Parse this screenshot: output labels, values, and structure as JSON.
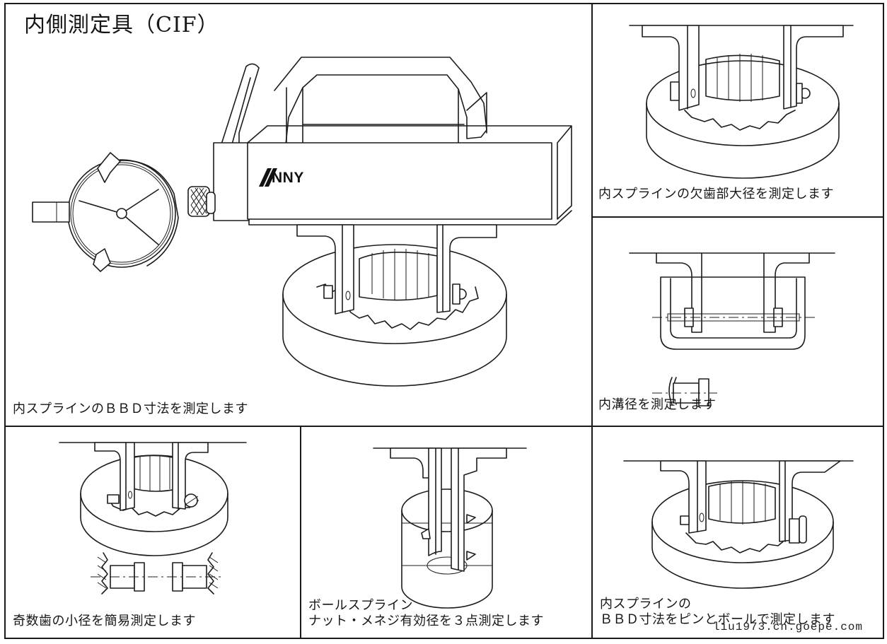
{
  "page": {
    "title": "内側測定具（CIF）",
    "brand": "NNY",
    "watermark": "liu1973.cn.goepe.com"
  },
  "panels": {
    "main": {
      "caption": "内スプラインのＢＢＤ寸法を測定します",
      "illustration": "dial-gauge-inside-caliper-on-internal-spline"
    },
    "top_right": {
      "caption": "内スプラインの欠歯部大径を測定します",
      "illustration": "missing-tooth-major-diameter"
    },
    "middle_right": {
      "caption": "内溝径を測定します",
      "illustration": "internal-groove-diameter"
    },
    "bottom_left": {
      "caption": "奇数歯の小径を簡易測定します",
      "illustration": "odd-tooth-minor-diameter"
    },
    "bottom_middle": {
      "caption_line1": "ボールスプライン",
      "caption_line2": "ナット・メネジ有効径を３点測定します",
      "illustration": "ball-spline-nut-three-point"
    },
    "bottom_right": {
      "caption_line1": "内スプラインの",
      "caption_line2": "ＢＢＤ寸法をピンとボールで測定します",
      "illustration": "pin-and-ball-bbd"
    }
  }
}
